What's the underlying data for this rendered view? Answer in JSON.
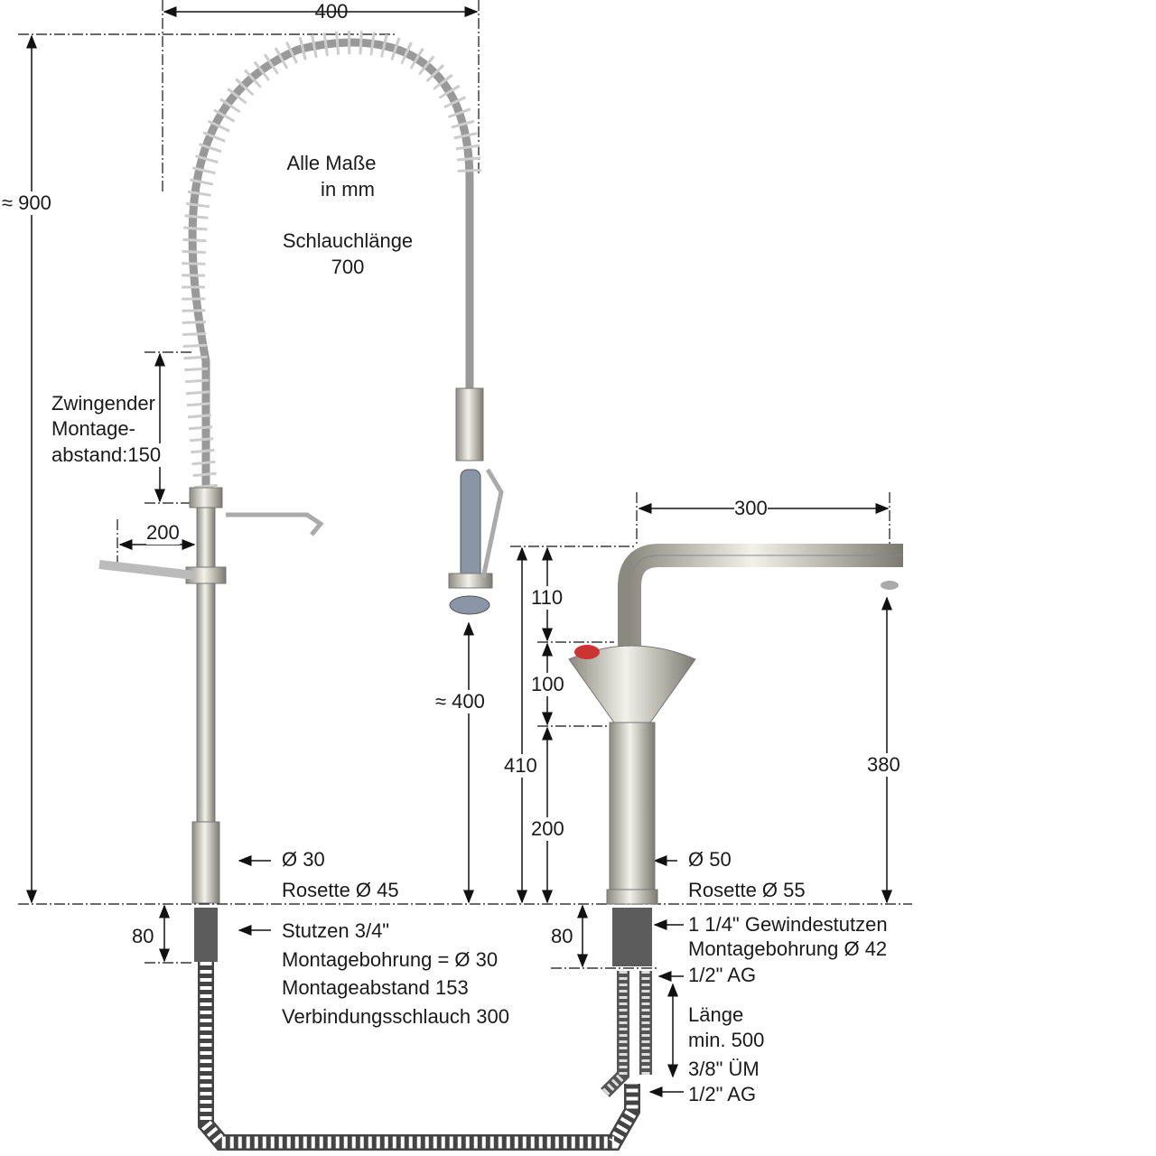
{
  "dimensions": {
    "top_width": "400",
    "total_height": "≈ 900",
    "note_line1": "Alle Maße",
    "note_line2": "in mm",
    "hose_label": "Schlauchlänge",
    "hose_value": "700",
    "mount_line1": "Zwingender",
    "mount_line2": "Montage-",
    "mount_line3": "abstand:150",
    "arm_width": "200",
    "spray_height": "≈ 400",
    "spout_reach": "300",
    "spout_top": "110",
    "handle_height": "100",
    "total_faucet": "410",
    "body_height": "200",
    "spout_height": "380",
    "left_stub": "80",
    "right_stub": "80"
  },
  "left_labels": {
    "diameter": "Ø 30",
    "rosette": "Rosette Ø 45",
    "lines": [
      "Stutzen 3/4\"",
      "Montagebohrung = Ø 30",
      "Montageabstand 153",
      "Verbindungsschlauch 300"
    ]
  },
  "right_labels": {
    "diameter": "Ø 50",
    "rosette": "Rosette Ø 55",
    "thread": "1 1/4\" Gewindestutzen",
    "bore": "Montagebohrung Ø 42",
    "ag_top": "1/2\" AG",
    "length1": "Länge",
    "length2": "min. 500",
    "um": "3/8\" ÜM",
    "ag_bottom": "1/2\" AG"
  }
}
